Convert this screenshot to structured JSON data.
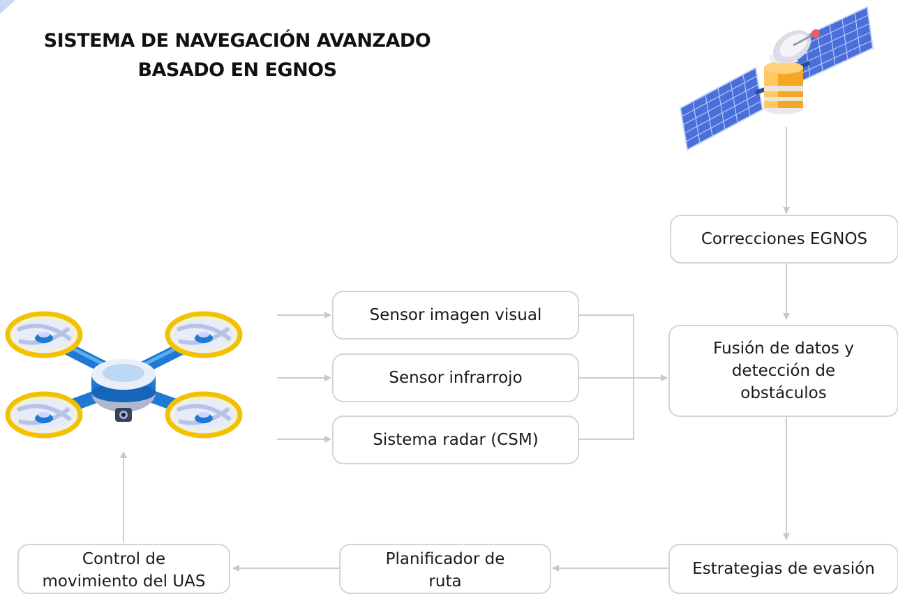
{
  "title": {
    "line1": "SISTEMA DE NAVEGACIÓN AVANZADO",
    "line2": "BASADO EN EGNOS"
  },
  "nodes": {
    "egnos": "Correcciones EGNOS",
    "visual": "Sensor imagen visual",
    "infrared": "Sensor infrarrojo",
    "radar": "Sistema radar (CSM)",
    "fusion": [
      "Fusión de datos y",
      "detección de",
      "obstáculos"
    ],
    "evasion": "Estrategias de evasión",
    "planner": [
      "Planificador de",
      "ruta"
    ],
    "control": [
      "Control de",
      "movimiento del UAS"
    ]
  },
  "icons": {
    "satellite": "satellite-icon",
    "drone": "drone-icon"
  },
  "colors": {
    "box_border": "#d4d4d4",
    "arrow": "#c8c8c8",
    "drone_blue": "#1f78d1",
    "propeller_ring": "#f2c200",
    "solar_panel": "#4a6fd8",
    "satellite_body": "#f5a623",
    "corner_accent": "#c9d7f2"
  }
}
